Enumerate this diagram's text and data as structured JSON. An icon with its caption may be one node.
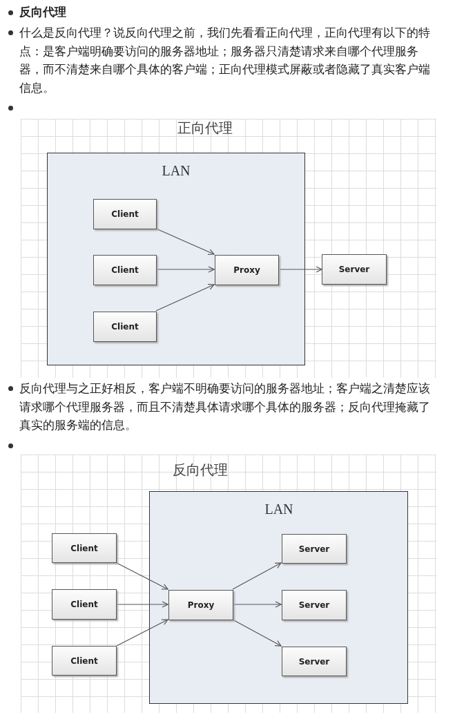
{
  "diagram": {
    "title": "反向代理",
    "nodes": [
      {
        "text": [
          "LAN"
        ]
      },
      {
        "text": [
          "Client"
        ],
        "in": 0
      },
      {
        "text": [
          "Client"
        ],
        "in": 0
      },
      {
        "text": [
          "Client"
        ],
        "in": 0
      },
      {
        "text": [
          "Proxy"
        ],
        "in": 0
      },
      {
        "text": [
          "Server"
        ]
      },
      {
        "text": [
          "Client"
        ]
      },
      {
        "text": [
          "Client"
        ]
      },
      {
        "text": [
          "Client"
        ]
      },
      {
        "text": [
          "LAN"
        ]
      },
      {
        "text": [
          "Proxy"
        ],
        "in": 9
      },
      {
        "text": [
          "Server"
        ],
        "in": 9
      },
      {
        "text": [
          "Server"
        ],
        "in": 9
      },
      {
        "text": [
          "Server"
        ],
        "in": 9
      }
    ],
    "edges": [
      {
        "from": 1,
        "to": 4,
        "arrow": "to"
      },
      {
        "from": 2,
        "to": 4,
        "arrow": "to"
      },
      {
        "from": 3,
        "to": 4,
        "arrow": "to"
      },
      {
        "from": 4,
        "to": 5,
        "arrow": "to"
      },
      {
        "from": 6,
        "to": 10,
        "arrow": "to"
      },
      {
        "from": 7,
        "to": 10,
        "arrow": "to"
      },
      {
        "from": 8,
        "to": 10,
        "arrow": "to"
      },
      {
        "from": 10,
        "to": 11,
        "arrow": "to"
      },
      {
        "from": 10,
        "to": 12,
        "arrow": "to"
      },
      {
        "from": 10,
        "to": 13,
        "arrow": "to"
      }
    ],
    "labels": [
      "什么是反向代理？说反向代理之前，我们先看看正向代理，正向代理有以下的特点：是客户端明确要访问的服务器地址；服务器只清楚请求来自哪个代理服务器，而不清楚来自哪个具体的客户端；正向代理模式屏蔽或者隐藏了真实客户端信息。",
      "正向代理",
      "反向代理与之正好相反，客户端不明确要访问的服务器地址；客户端之清楚应该请求哪个代理服务器，而且不清楚具体请求哪个具体的服务器；反向代理掩藏了真实的服务端的信息。",
      "反向代理"
    ]
  }
}
